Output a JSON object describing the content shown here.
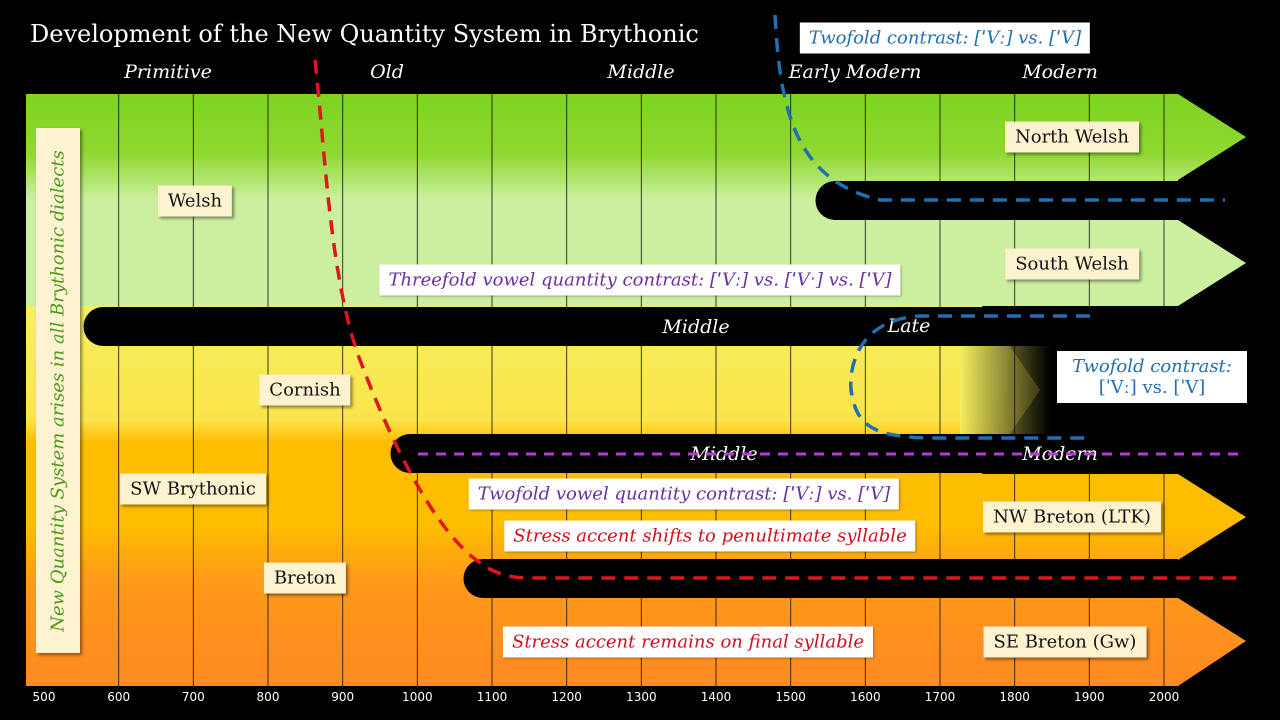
{
  "title": "Development of the New Quantity System in Brythonic",
  "periods_top": [
    {
      "text": "Primitive",
      "year": 570
    },
    {
      "text": "Old",
      "year": 890
    },
    {
      "text": "Middle",
      "year": 1220
    },
    {
      "text": "Early Modern",
      "year": 1590
    },
    {
      "text": "Modern",
      "year": 1860
    }
  ],
  "vertical_label": "New Quantity System arises in all Brythonic dialects",
  "languages": {
    "welsh": "Welsh",
    "cornish": "Cornish",
    "sw_brythonic": "SW Brythonic",
    "breton": "Breton"
  },
  "dialects": {
    "north_welsh": "North Welsh",
    "south_welsh": "South Welsh",
    "nw_breton": "NW Breton (LTK)",
    "se_breton": "SE Breton (Gw)"
  },
  "inline_labels": {
    "cornish_middle": "Middle",
    "cornish_late": "Late",
    "breton_middle": "Middle",
    "breton_modern": "Modern"
  },
  "notes": {
    "twofold_top": "Twofold contrast: [ˈVː] vs. [ˈV]",
    "threefold": "Threefold vowel quantity contrast: [ˈVː] vs. [ˈVˑ] vs. [ˈV]",
    "twofold_cornish_line1": "Twofold contrast:",
    "twofold_cornish_line2": "[ˈVː] vs. [ˈV]",
    "twofold_vowel": "Twofold vowel quantity contrast: [ˈVː] vs. [ˈV]",
    "stress_penultimate": "Stress accent shifts to penultimate syllable",
    "stress_final": "Stress accent remains on final syllable"
  },
  "axis": {
    "ticks": [
      "500",
      "600",
      "700",
      "800",
      "900",
      "1000",
      "1100",
      "1200",
      "1300",
      "1400",
      "1500",
      "1600",
      "1700",
      "1800",
      "1900",
      "2000"
    ],
    "min": 500,
    "max": 2000
  },
  "colors": {
    "green": "#7ed321",
    "light_green": "#ccf0a0",
    "yellow": "#f5f060",
    "orange": "#ffbd00",
    "dark_orange": "#ff8a22",
    "red_line": "#e0161c",
    "blue_line": "#1f6fb2",
    "purple_line": "#b53ad8"
  }
}
